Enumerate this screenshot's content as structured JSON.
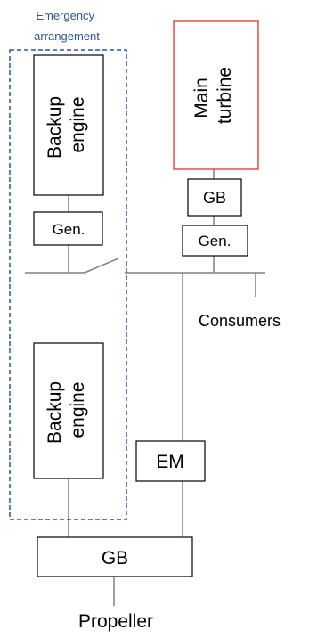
{
  "emergency": {
    "label_line1": "Emergency",
    "label_line2": "arrangement"
  },
  "blocks": {
    "backup_engine_top": {
      "line1": "Backup",
      "line2": "engine"
    },
    "backup_engine_bottom": {
      "line1": "Backup",
      "line2": "engine"
    },
    "main_turbine": {
      "line1": "Main",
      "line2": "turbine"
    },
    "gearbox_turbine": "GB",
    "generator_emergency": "Gen.",
    "generator_main": "Gen.",
    "electric_motor": "EM",
    "main_gearbox": "GB"
  },
  "labels": {
    "consumers": "Consumers",
    "propeller": "Propeller"
  },
  "colors": {
    "emergency_border": "#2f5597",
    "turbine_border": "#e02020",
    "connection_line": "#808080"
  }
}
